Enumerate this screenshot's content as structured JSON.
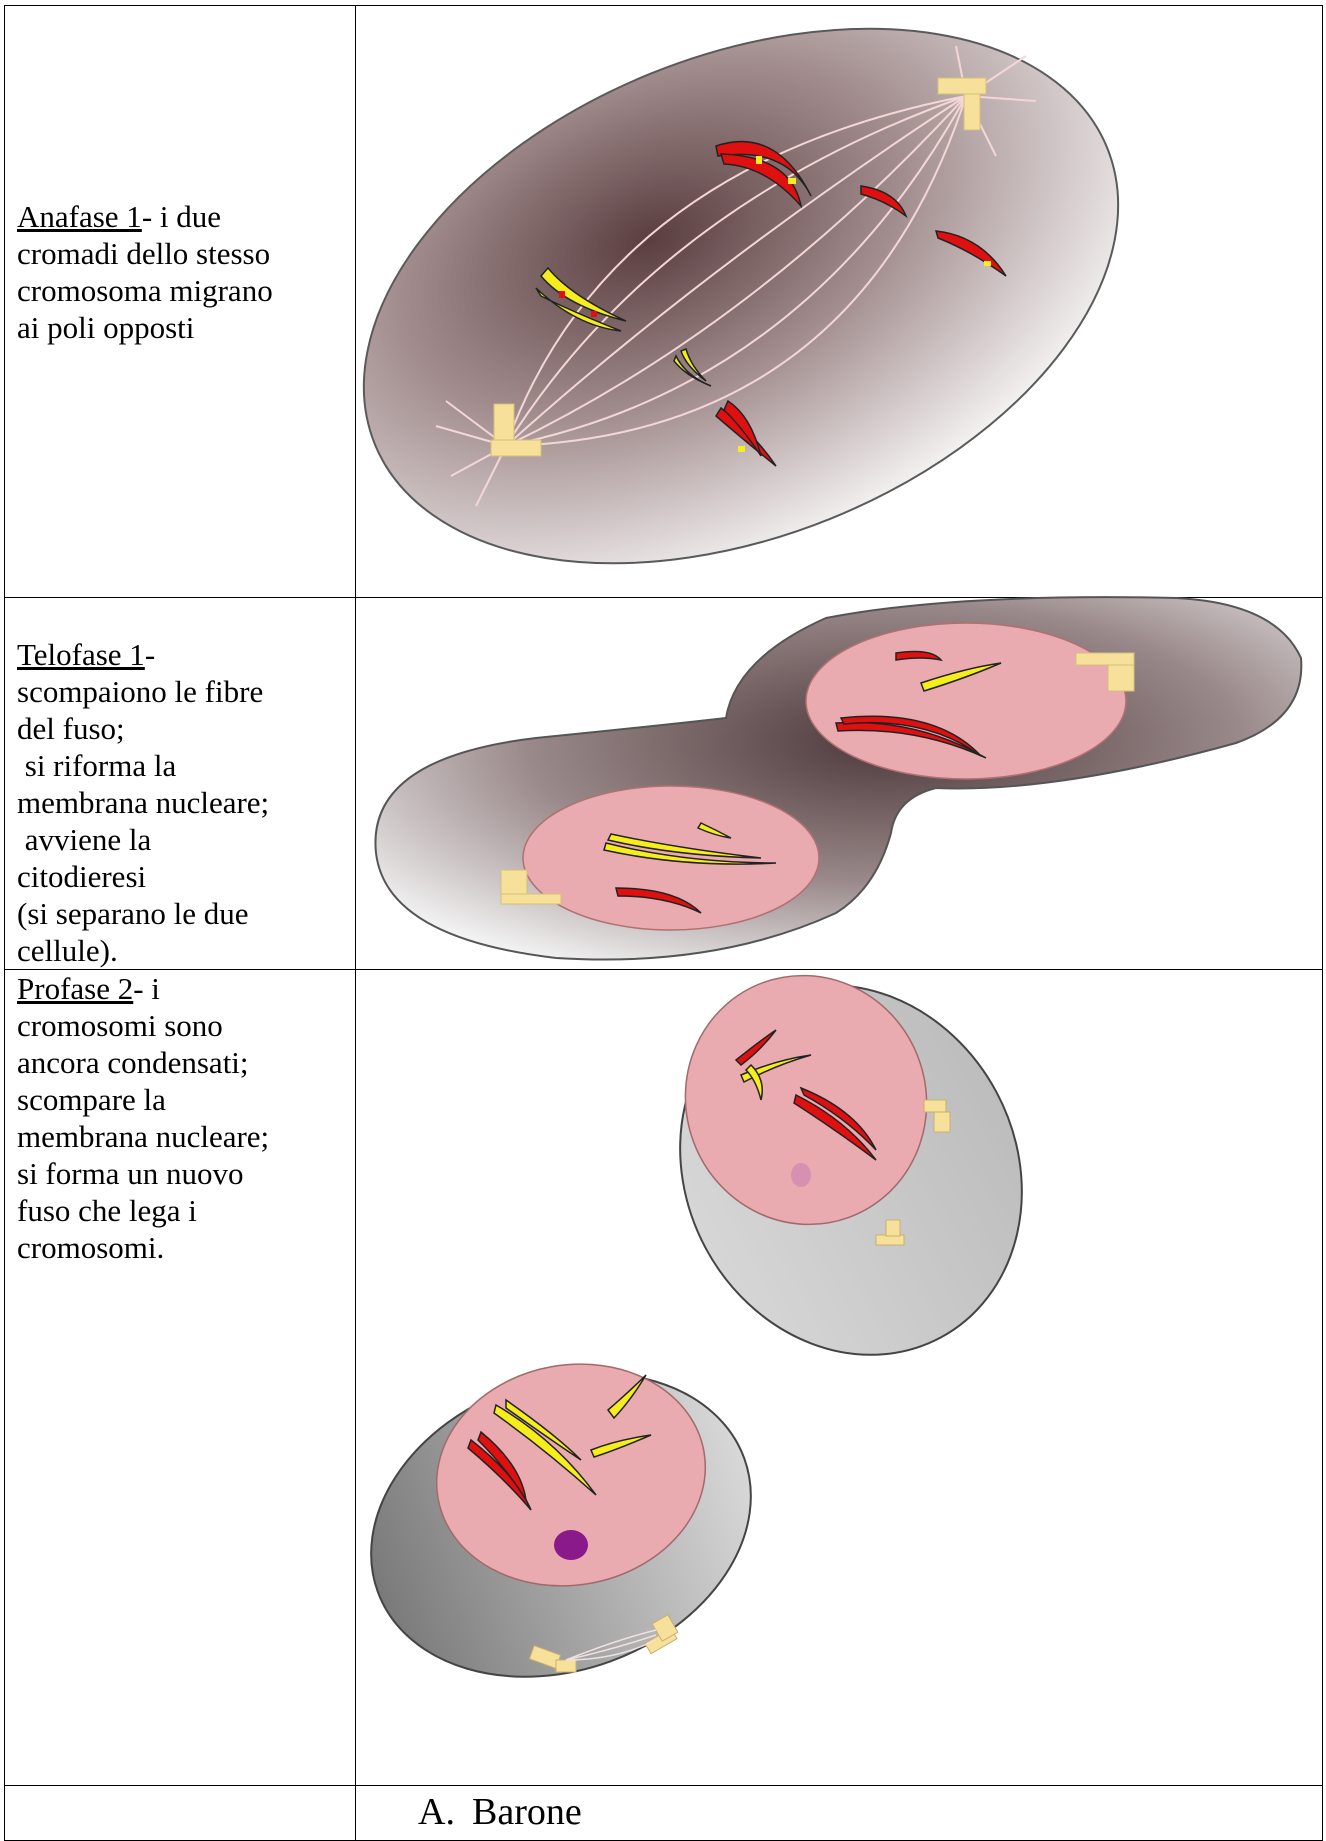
{
  "rows": [
    {
      "phase": "Anafase 1",
      "lines": [
        "- i due",
        "cromadi dello stesso",
        "cromosoma migrano",
        "ai  poli opposti"
      ]
    },
    {
      "phase": "Telofase 1",
      "lines": [
        "-",
        "scompaiono le fibre",
        "del fuso;",
        " si riforma la",
        "membrana nucleare;",
        " avviene la",
        "citodieresi",
        "(si separano le due",
        "cellule)."
      ]
    },
    {
      "phase": "Profase 2",
      "lines": [
        "- i",
        "cromosomi sono",
        "ancora condensati;",
        "scompare la",
        "membrana nucleare;",
        "si forma un nuovo",
        "fuso che lega i",
        "cromosomi."
      ]
    }
  ],
  "author": {
    "prefix": "A.",
    "name": "Barone"
  },
  "colors": {
    "chromosome_red": "#e01010",
    "chromosome_yellow": "#f5ee1a",
    "centriole": "#f6e09a",
    "nucleus": "#e9aab0",
    "cytoplasm_dark": "#6b5254",
    "nucleolus": "#8a1a8a"
  }
}
